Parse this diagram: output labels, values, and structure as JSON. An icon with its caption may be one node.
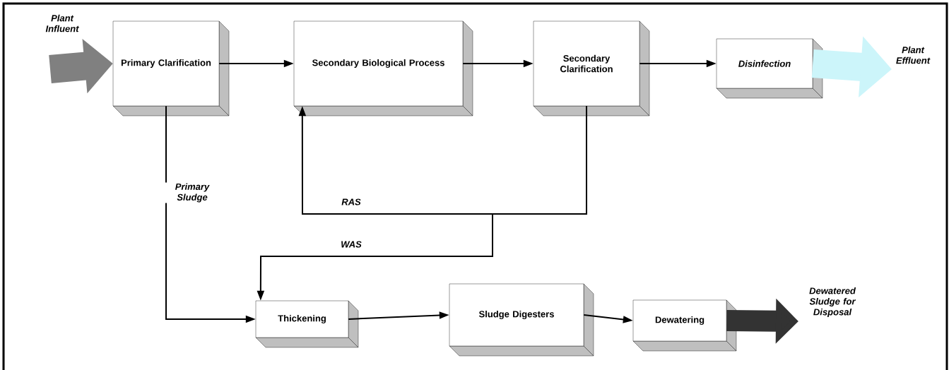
{
  "diagram": {
    "nodes": [
      {
        "text": [
          "Primary Clarification"
        ]
      },
      {
        "text": [
          "Secondary Biological Process"
        ]
      },
      {
        "text": [
          "Secondary Clarification"
        ]
      },
      {
        "text": [
          "Disinfection"
        ]
      },
      {
        "text": [
          "Thickening"
        ]
      },
      {
        "text": [
          "Sludge Digesters"
        ]
      },
      {
        "text": [
          "Dewatering"
        ]
      }
    ],
    "edges": [
      {
        "from": null,
        "to": 0,
        "arrow": "to",
        "label": "Plant Influent",
        "style": "thick",
        "color": "#808080"
      },
      {
        "from": 0,
        "to": 1,
        "arrow": "to"
      },
      {
        "from": 1,
        "to": 2,
        "arrow": "to"
      },
      {
        "from": 2,
        "to": 3,
        "arrow": "to"
      },
      {
        "from": 3,
        "to": null,
        "arrow": "to",
        "label": "Plant Effluent",
        "style": "thick",
        "color": "#ccf5fa"
      },
      {
        "from": 0,
        "to": 4,
        "arrow": "to",
        "label": "Primary Sludge"
      },
      {
        "from": 2,
        "to": 1,
        "arrow": "to",
        "label": "RAS"
      },
      {
        "from": 2,
        "to": 4,
        "arrow": "to",
        "label": "WAS"
      },
      {
        "from": 4,
        "to": 5,
        "arrow": "to"
      },
      {
        "from": 5,
        "to": 6,
        "arrow": "to"
      },
      {
        "from": 6,
        "to": null,
        "arrow": "to",
        "label": "Dewatered Sludge for Disposal",
        "style": "thick",
        "color": "#333333"
      }
    ]
  }
}
